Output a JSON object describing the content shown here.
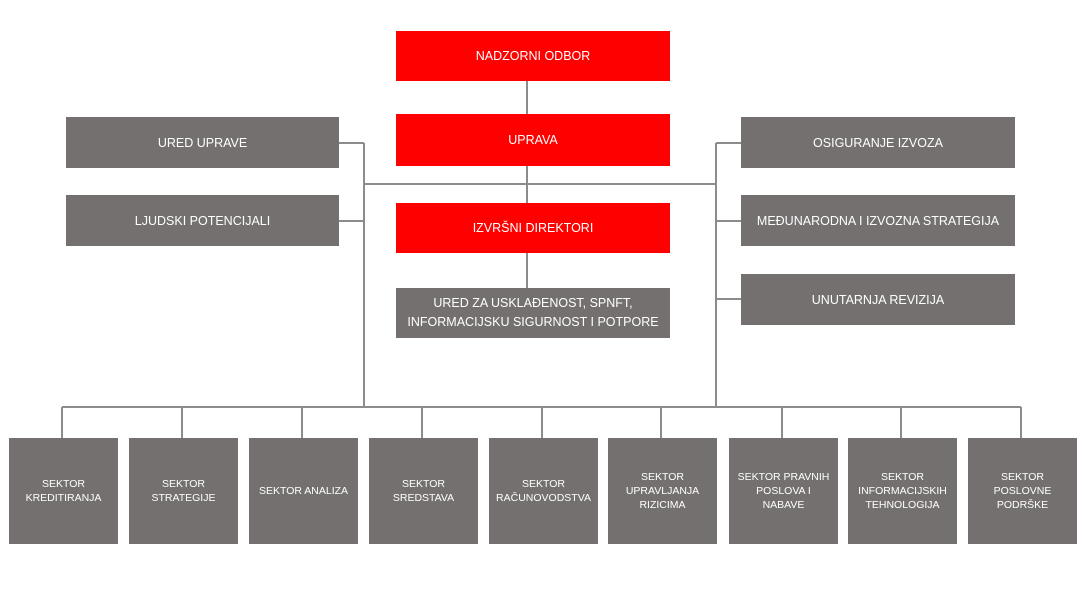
{
  "colors": {
    "management": "#ff0000",
    "unit": "#757070",
    "connector": "#8c8c8c"
  },
  "top": {
    "supervisory_board": "NADZORNI ODBOR",
    "management_board": "UPRAVA",
    "executive_directors": "IZVRŠNI DIREKTORI",
    "compliance_office": "URED ZA USKLAĐENOST, SPNFT,\nINFORMACIJSKU SIGURNOST I POTPORE"
  },
  "left": {
    "board_office": "URED UPRAVE",
    "human_resources": "LJUDSKI POTENCIJALI"
  },
  "right": {
    "export_insurance": "OSIGURANJE IZVOZA",
    "international_strategy": "MEĐUNARODNA I IZVOZNA STRATEGIJA",
    "internal_audit": "UNUTARNJA REVIZIJA"
  },
  "sectors": [
    "SEKTOR\nKREDITIRANJA",
    "SEKTOR\nSTRATEGIJE",
    "SEKTOR ANALIZA",
    "SEKTOR\nSREDSTAVA",
    "SEKTOR\nRAČUNOVODSTVA",
    "SEKTOR\nUPRAVLJANJA\nRIZICIMA",
    "SEKTOR PRAVNIH\nPOSLOVA I\nNABAVE",
    "SEKTOR\nINFORMACIJSKIH\nTEHNOLOGIJA",
    "SEKTOR\nPOSLOVNE\nPODRŠKE"
  ]
}
